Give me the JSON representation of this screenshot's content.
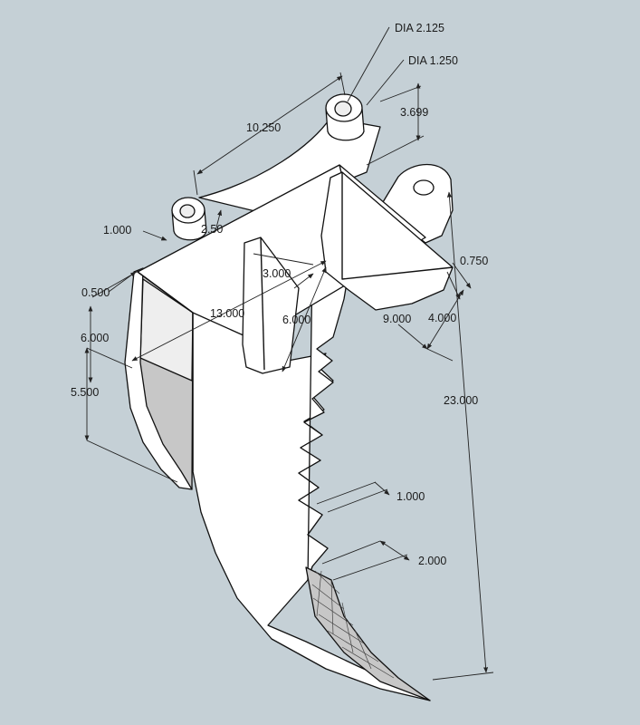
{
  "dimensions": {
    "dia_large": "DIA 2.125",
    "dia_small": "DIA 1.250",
    "pin_spacing": "10.250",
    "ear_height": "3.699",
    "left_boss": "1.000",
    "boss_partial": "2.50",
    "top_plate": "0.500",
    "side_height": "6.000",
    "side_lower": "5.500",
    "depth": "13.000",
    "rib_width": "3.000",
    "rib_height": "6.000",
    "plate_thickness": "0.750",
    "shoe_width": "9.000",
    "shoe_depth": "4.000",
    "overall_height": "23.000",
    "tooth_pitch": "1.000",
    "tip_length": "2.000"
  },
  "colors": {
    "background": "#c5d0d6",
    "face_light": "#ffffff",
    "face_shade": "#c7c7c7",
    "edge": "#111111"
  }
}
